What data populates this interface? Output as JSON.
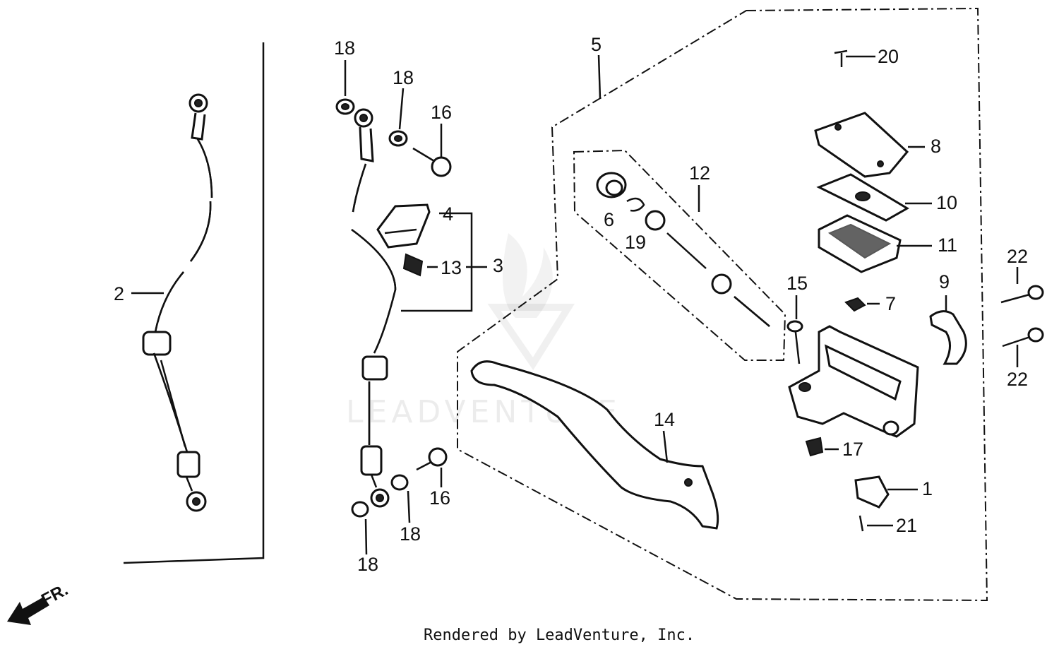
{
  "diagram": {
    "watermark": "LEADVENTURE",
    "footer": "Rendered by LeadVenture, Inc.",
    "direction_label": "FR.",
    "callouts": {
      "c1": "1",
      "c2": "2",
      "c3": "3",
      "c4": "4",
      "c5": "5",
      "c6": "6",
      "c7": "7",
      "c8": "8",
      "c9": "9",
      "c10": "10",
      "c11": "11",
      "c12": "12",
      "c13": "13",
      "c14": "14",
      "c15": "15",
      "c16a": "16",
      "c16b": "16",
      "c17": "17",
      "c18a": "18",
      "c18b": "18",
      "c18c": "18",
      "c18d": "18",
      "c19": "19",
      "c20": "20",
      "c21": "21",
      "c22a": "22",
      "c22b": "22"
    }
  }
}
